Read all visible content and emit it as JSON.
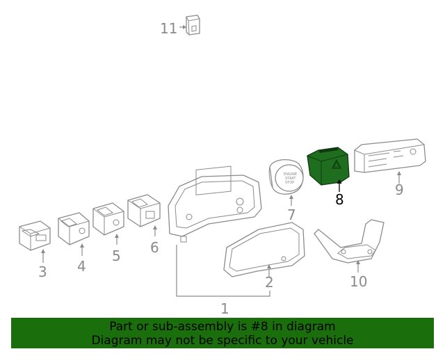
{
  "diagram": {
    "callouts": [
      {
        "id": "11",
        "label": "11"
      },
      {
        "id": "1",
        "label": "1"
      },
      {
        "id": "2",
        "label": "2"
      },
      {
        "id": "3",
        "label": "3"
      },
      {
        "id": "4",
        "label": "4"
      },
      {
        "id": "5",
        "label": "5"
      },
      {
        "id": "6",
        "label": "6"
      },
      {
        "id": "7",
        "label": "7"
      },
      {
        "id": "8",
        "label": "8"
      },
      {
        "id": "9",
        "label": "9"
      },
      {
        "id": "10",
        "label": "10"
      }
    ],
    "highlighted_part": "8",
    "highlight_color": "#1f6e1f",
    "line_color": "#8a8a8a",
    "button_text": [
      "ENGINE",
      "START",
      "STOP"
    ]
  },
  "banner": {
    "line1": "Part or sub-assembly is #8 in diagram",
    "line2": "Diagram may not be specific to your vehicle",
    "background": "#1a6e0c"
  }
}
